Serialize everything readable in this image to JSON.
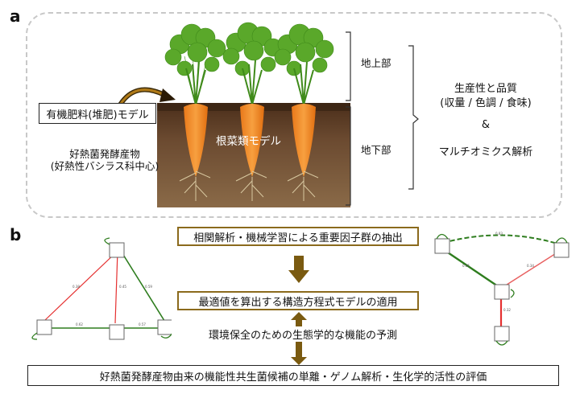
{
  "panel_a": {
    "label": "a",
    "model_box": "有機肥料(堆肥)モデル",
    "thermo_line1": "好熱菌発酵産物",
    "thermo_line2": "(好熱性バシラス科中心)",
    "root_label": "根菜類モデル",
    "above_ground": "地上部",
    "below_ground": "地下部",
    "right_line1": "生産性と品質",
    "right_line2": "(収量 / 色調 / 食味)",
    "right_amp": "&",
    "right_line3": "マルチオミクス解析"
  },
  "panel_b": {
    "label": "b",
    "step1": "相関解析・機械学習による重要因子群の抽出",
    "step2": "最適値を算出する構造方程式モデルの適用",
    "step3": "環境保全のための生態学的な機能の予測",
    "step4": "好熱菌発酵産物由来の機能性共生菌候補の単離・ゲノム解析・生化学的活性の評価"
  },
  "colors": {
    "soil_top": "#5a3a22",
    "soil_bottom": "#7a5a3a",
    "carrot": "#f08a24",
    "leaves": "#5fae2e",
    "arrow_brown": "#7a5a10",
    "edge_red": "#e53030",
    "edge_green": "#2e7d1e"
  }
}
